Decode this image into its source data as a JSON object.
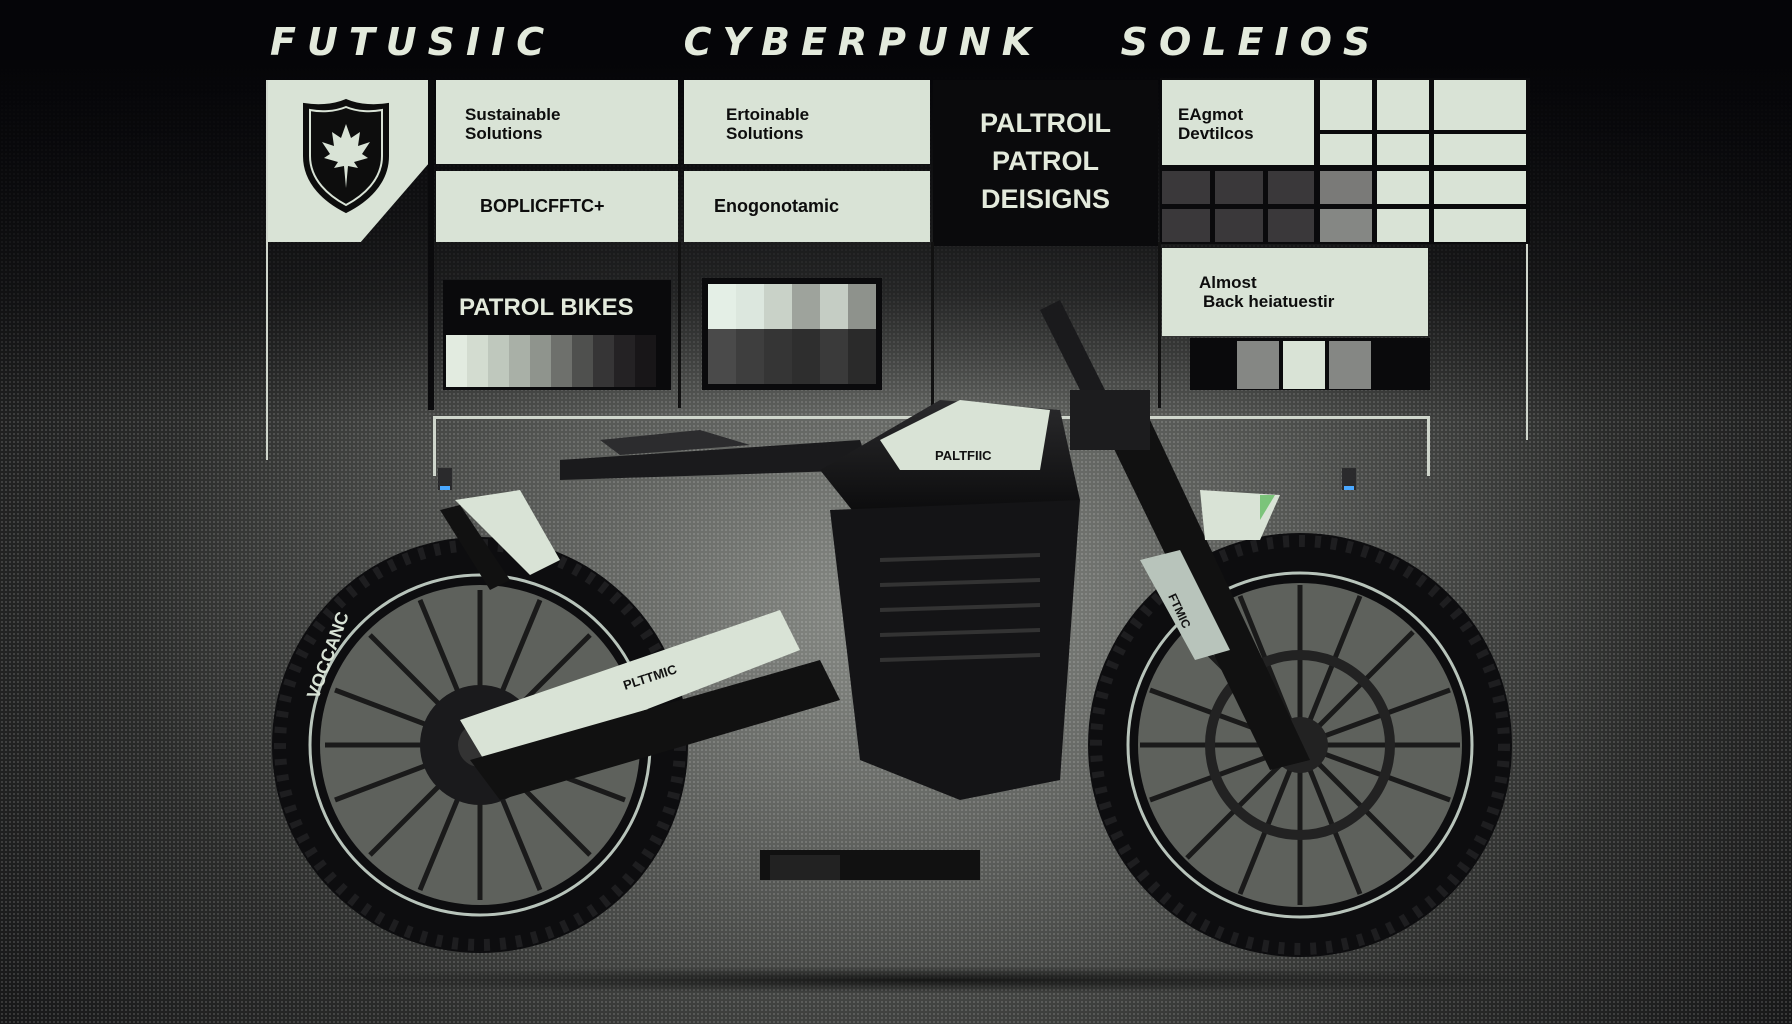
{
  "poster": {
    "title_words": [
      "FUTUSIIC",
      "CYBERPUNK",
      "SOLEIOS"
    ],
    "logo": {
      "icon": "maple-leaf-shield-icon"
    },
    "panels": {
      "p1_line1": "Sustainable",
      "p1_line2": "Solutions",
      "p2_line1": "Ertoinable",
      "p2_line2": "Solutions",
      "p3": "BOPLICFFTC+",
      "p4": "Enogonotamic",
      "center_line1": "PALTROIL",
      "center_line2": "PATROL",
      "center_line3": "DEISIGNS",
      "p5_line1": "EAgmot",
      "p5_line2": "Devtilcos",
      "patrol_bikes": "PATROL BIKES",
      "p6_line1": "Almost",
      "p6_line2": "Back heiatuestir"
    },
    "bike": {
      "tank_label": "PALTFIIC",
      "swingarm_label": "PLTTMIC",
      "front_tire_label": "VOCCANC",
      "fork_label": "FTMIC"
    },
    "colors": {
      "panel_light": "#d9e3d6",
      "panel_dark": "#0a0a0c",
      "title": "#e3eadc",
      "accent_blue": "#4aa8ff"
    }
  }
}
